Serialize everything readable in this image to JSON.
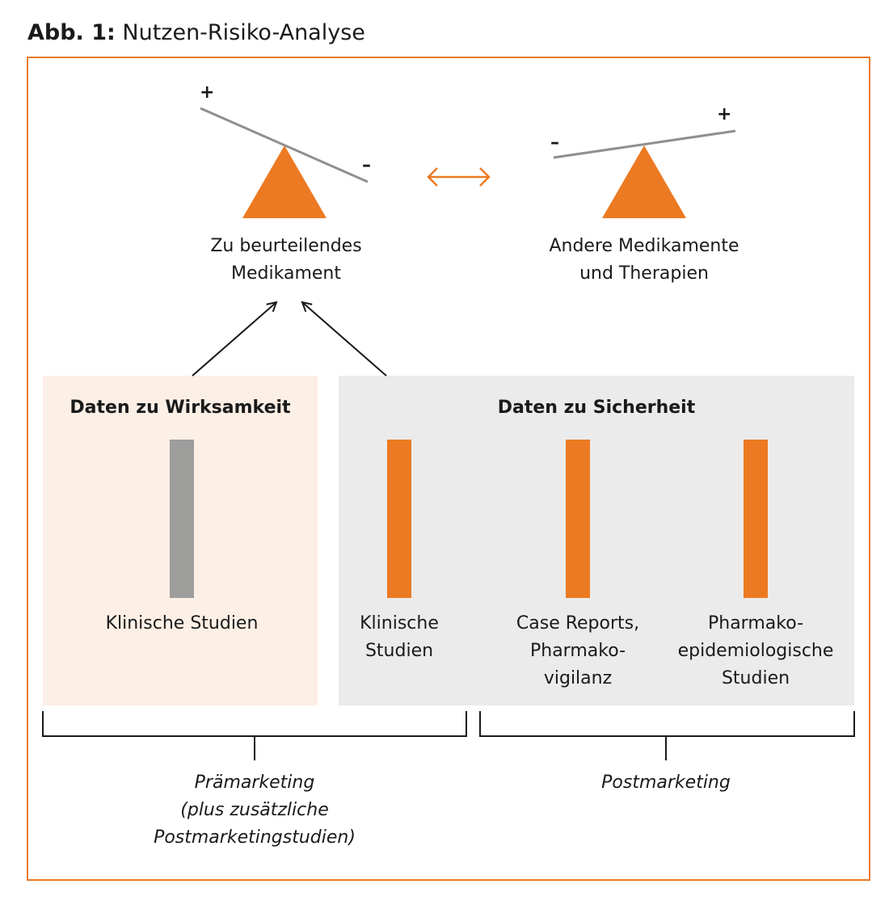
{
  "figure": {
    "label": "Abb. 1:",
    "title": "Nutzen-Risiko-Analyse"
  },
  "scales": {
    "left": {
      "plus": "+",
      "minus": "–",
      "caption_lines": [
        "Zu beurteilendes",
        "Medikament"
      ]
    },
    "right": {
      "plus": "+",
      "minus": "–",
      "caption_lines": [
        "Andere Medikamente",
        "und Therapien"
      ]
    }
  },
  "panels": {
    "efficacy": {
      "title": "Daten zu Wirksamkeit",
      "columns": [
        {
          "lines": [
            "Klinische Studien"
          ]
        }
      ]
    },
    "safety": {
      "title": "Daten zu Sicherheit",
      "columns": [
        {
          "lines": [
            "Klinische",
            "Studien"
          ]
        },
        {
          "lines": [
            "Case Reports,",
            "Pharmako-",
            "vigilanz"
          ]
        },
        {
          "lines": [
            "Pharmako-",
            "epidemiologische",
            "Studien"
          ]
        }
      ]
    }
  },
  "phases": {
    "pre": {
      "lines": [
        "Prämarketing",
        "(plus zusätzliche",
        "Postmarketingstudien)"
      ]
    },
    "post": {
      "lines": [
        "Postmarketing"
      ]
    }
  },
  "colors": {
    "accent": "#ec7a22",
    "efficacy_bar": "#9d9d9c",
    "efficacy_panel": "#fcefe6",
    "safety_panel": "#ebebeb"
  }
}
